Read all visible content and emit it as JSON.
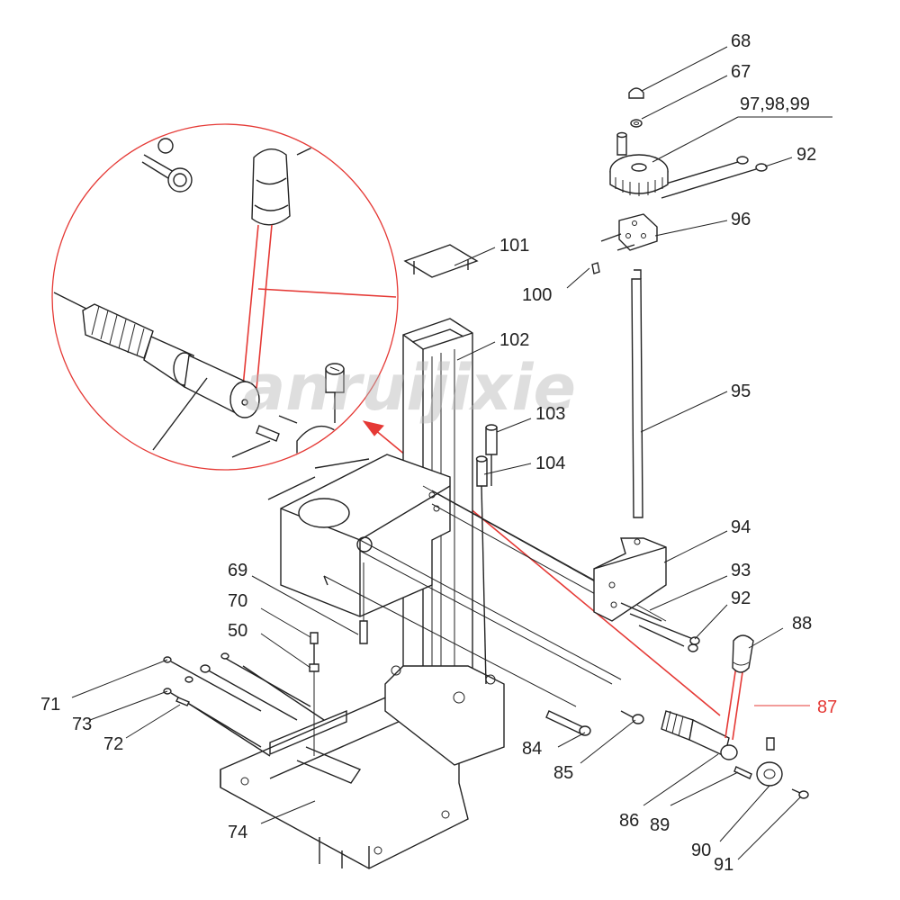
{
  "watermark": "anruijixie",
  "labels": {
    "p68": "68",
    "p67": "67",
    "p97_98_99": "97,98,99",
    "p92a": "92",
    "p96": "96",
    "p101": "101",
    "p100": "100",
    "p102": "102",
    "p95": "95",
    "p103": "103",
    "p104": "104",
    "p94": "94",
    "p93": "93",
    "p92b": "92",
    "p69": "69",
    "p70": "70",
    "p50": "50",
    "p88": "88",
    "p87": "87",
    "p71": "71",
    "p73": "73",
    "p72": "72",
    "p84": "84",
    "p85": "85",
    "p74": "74",
    "p86": "86",
    "p89": "89",
    "p90": "90",
    "p91": "91"
  },
  "colors": {
    "highlight": "#e53935",
    "line": "#222222",
    "watermark": "#b8b8b8"
  },
  "highlighted_part": "87"
}
